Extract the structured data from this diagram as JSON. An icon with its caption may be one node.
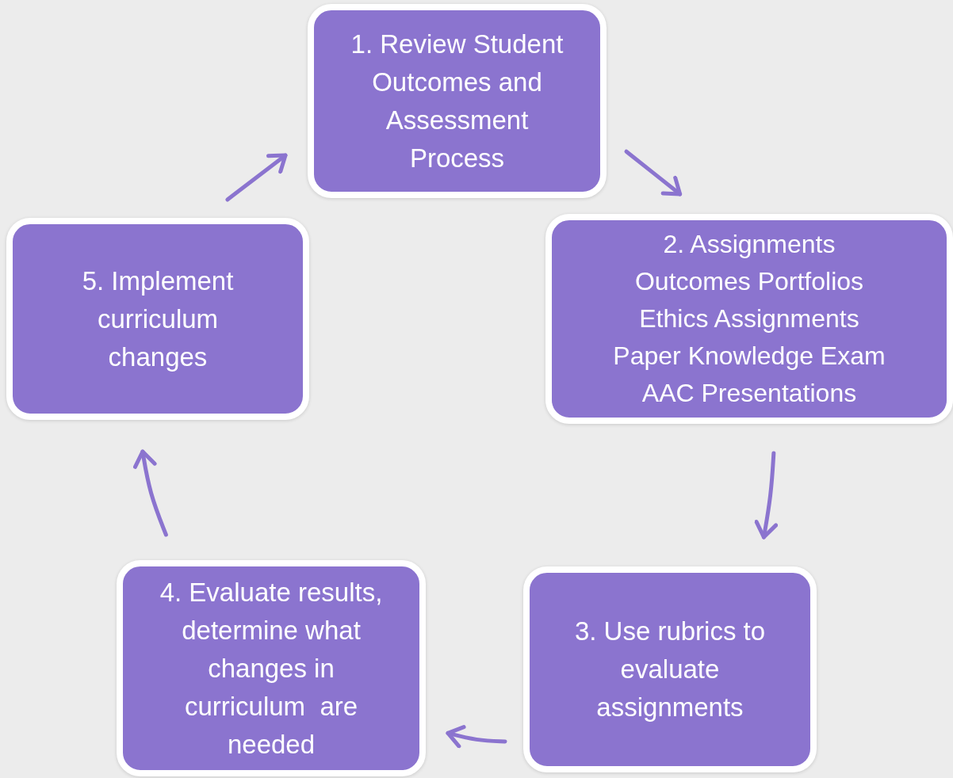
{
  "diagram": {
    "nodes": [
      {
        "text": [
          "1. Review Student Outcomes and Assessment Process"
        ]
      },
      {
        "text": [
          "2. Assignments",
          "Outcomes Portfolios",
          "Ethics Assignments",
          "Paper Knowledge Exam",
          "AAC Presentations"
        ]
      },
      {
        "text": [
          "3. Use rubrics to evaluate assignments"
        ]
      },
      {
        "text": [
          "4. Evaluate results, determine what changes in curriculum  are needed"
        ]
      },
      {
        "text": [
          "5. Implement curriculum changes"
        ]
      }
    ],
    "edges": [
      {
        "from": 0,
        "to": 1,
        "arrow": "to"
      },
      {
        "from": 1,
        "to": 2,
        "arrow": "to"
      },
      {
        "from": 2,
        "to": 3,
        "arrow": "to"
      },
      {
        "from": 3,
        "to": 4,
        "arrow": "to"
      },
      {
        "from": 4,
        "to": 0,
        "arrow": "to"
      }
    ]
  }
}
